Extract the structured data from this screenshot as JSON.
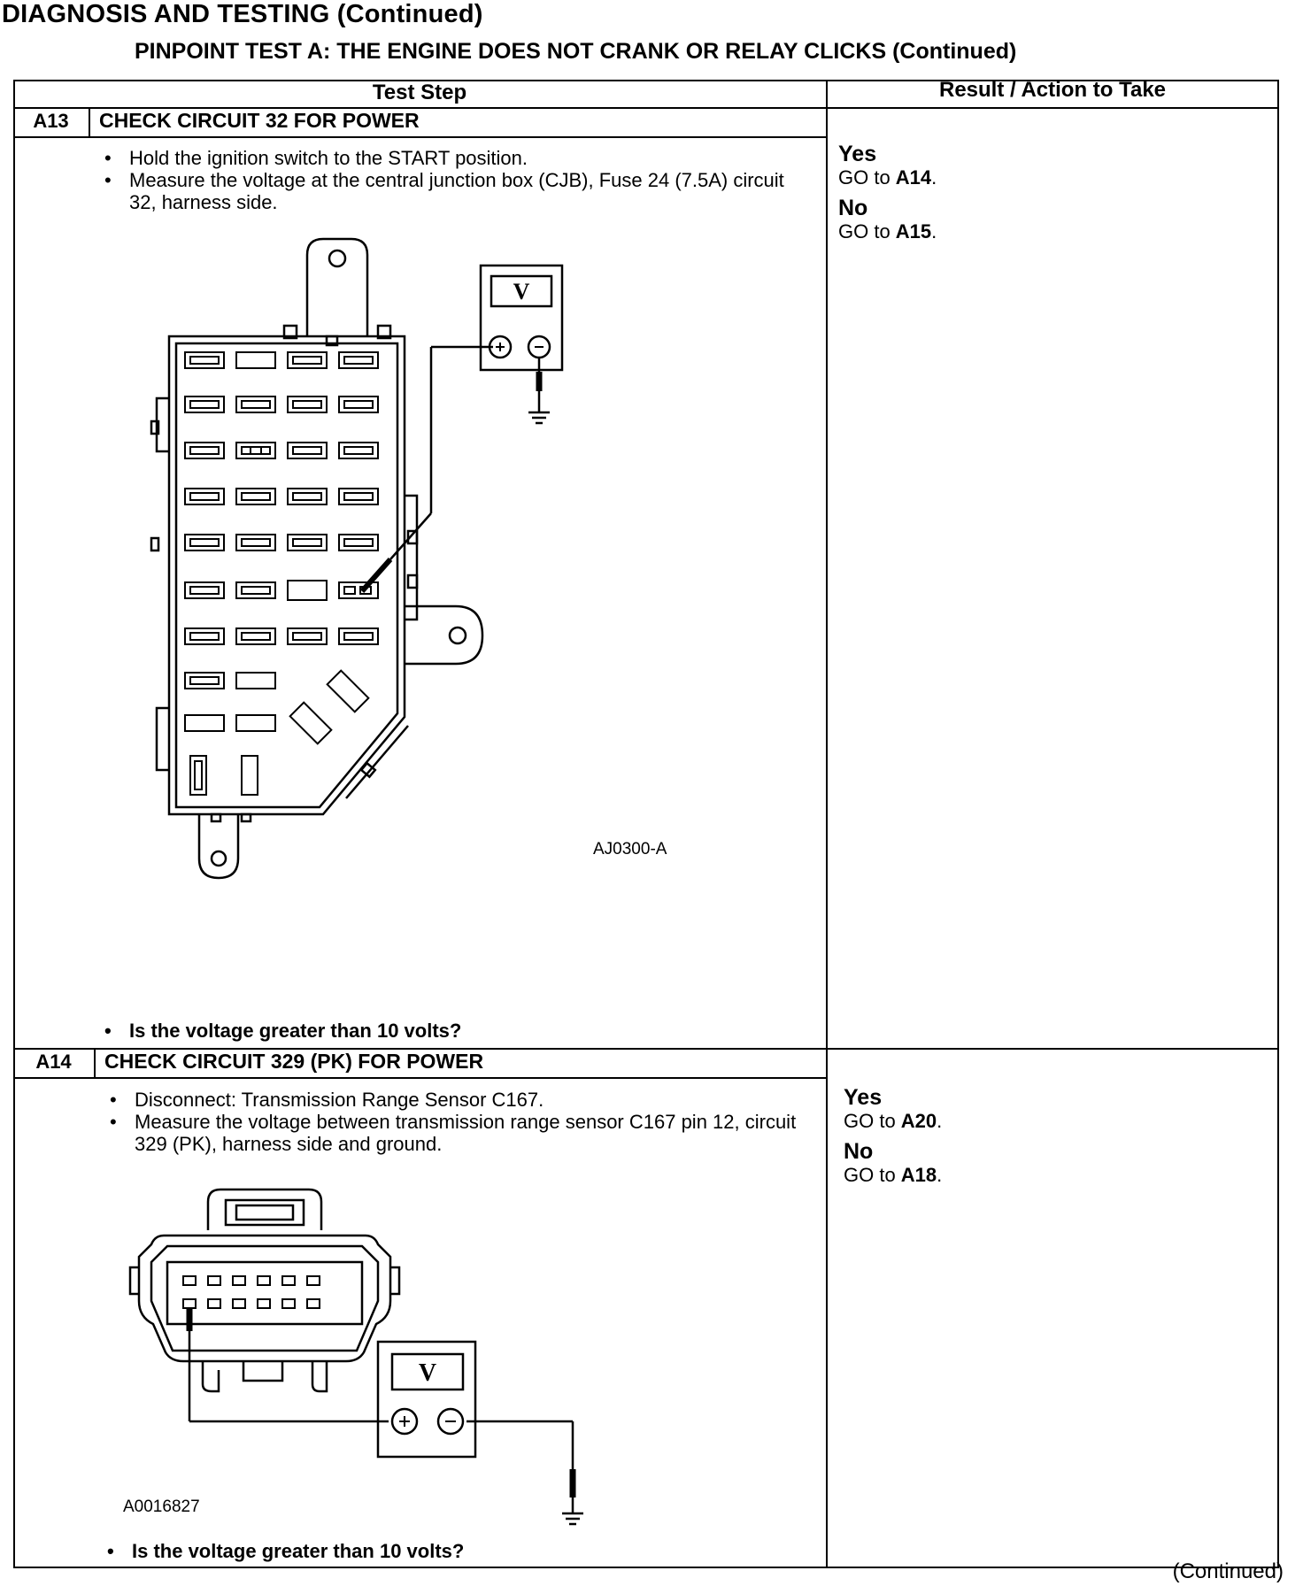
{
  "header": {
    "title": "DIAGNOSIS AND TESTING (Continued)",
    "subtitle": "PINPOINT TEST  A: THE ENGINE DOES NOT CRANK OR RELAY CLICKS (Continued)"
  },
  "table": {
    "col_test_step": "Test Step",
    "col_result": "Result / Action to Take"
  },
  "steps": [
    {
      "id": "A13",
      "title": "CHECK CIRCUIT 32 FOR POWER",
      "bullets": [
        "Hold the ignition switch to the START position.",
        "Measure the voltage at the central junction box (CJB), Fuse 24 (7.5A) circuit 32, harness side."
      ],
      "figure_label": "AJ0300-A",
      "meter_label": "V",
      "question": "Is the voltage greater than 10 volts?",
      "results": [
        {
          "option": "Yes",
          "go_prefix": "GO to ",
          "target": "A14",
          "suffix": "."
        },
        {
          "option": "No",
          "go_prefix": "GO to ",
          "target": "A15",
          "suffix": "."
        }
      ]
    },
    {
      "id": "A14",
      "title": "CHECK CIRCUIT 329 (PK) FOR POWER",
      "bullets": [
        "Disconnect: Transmission Range Sensor C167.",
        "Measure the voltage between transmission range sensor C167 pin 12, circuit 329 (PK), harness side and ground."
      ],
      "figure_label": "A0016827",
      "meter_label": "V",
      "question": "Is the voltage greater than 10 volts?",
      "results": [
        {
          "option": "Yes",
          "go_prefix": "GO to ",
          "target": "A20",
          "suffix": "."
        },
        {
          "option": "No",
          "go_prefix": "GO to ",
          "target": "A18",
          "suffix": "."
        }
      ]
    }
  ],
  "footer": {
    "continued": "(Continued)"
  }
}
